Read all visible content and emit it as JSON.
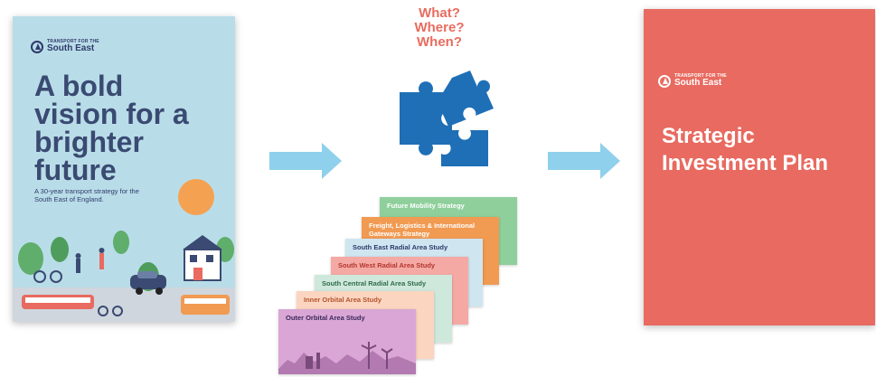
{
  "left_document": {
    "brand_small": "TRANSPORT FOR THE",
    "brand_name": "South East",
    "title": "A bold vision for a brighter future",
    "subtitle": "A 30-year transport strategy for the South East of England."
  },
  "question": {
    "lines": [
      "What?",
      "Where?",
      "When?"
    ],
    "color": "#e86c5f"
  },
  "study_cards": [
    {
      "label": "Future Mobility Strategy",
      "bg": "#8fcf9c",
      "fg": "#ffffff"
    },
    {
      "label": "Freight, Logistics & International Gateways Strategy",
      "bg": "#f19a52",
      "fg": "#ffffff"
    },
    {
      "label": "South East Radial Area Study",
      "bg": "#cfe6f1",
      "fg": "#2f3a6b"
    },
    {
      "label": "South West Radial Area Study",
      "bg": "#f4a9a4",
      "fg": "#b4352e"
    },
    {
      "label": "South Central Radial Area Study",
      "bg": "#cfe8dc",
      "fg": "#2f6b4a"
    },
    {
      "label": "Inner Orbital Area Study",
      "bg": "#fbd5c0",
      "fg": "#b4532e"
    },
    {
      "label": "Outer Orbital Area Study",
      "bg": "#d9a6d6",
      "fg": "#3a2a5a"
    }
  ],
  "right_document": {
    "brand_small": "TRANSPORT FOR THE",
    "brand_name": "South East",
    "title": "Strategic Investment Plan"
  },
  "colors": {
    "arrow": "#8fd0ec",
    "puzzle": "#1f6fb6",
    "left_bg": "#b9dde8",
    "right_bg": "#e86a60"
  }
}
